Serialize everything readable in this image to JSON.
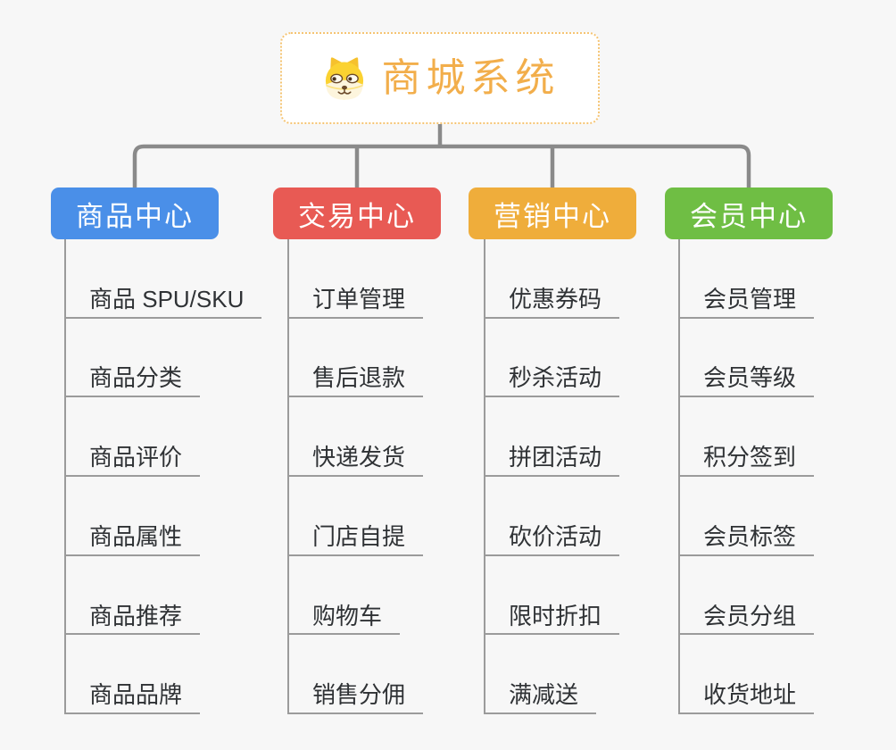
{
  "diagram": {
    "title": "商城系统 mind map",
    "background_color": "#f7f7f7",
    "connector_color": "#8a8a8a",
    "branch_line_color": "#9b9b9b",
    "item_text_color": "#2f3235"
  },
  "root": {
    "label": "商城系统",
    "icon": "dog-face-icon",
    "text_color": "#f2ae4b",
    "border_color": "#f5c473",
    "fill_color": "#ffffff"
  },
  "branches": [
    {
      "label": "商品中心",
      "color": "#4a8fe8",
      "items": [
        "商品 SPU/SKU",
        "商品分类",
        "商品评价",
        "商品属性",
        "商品推荐",
        "商品品牌"
      ]
    },
    {
      "label": "交易中心",
      "color": "#e85a54",
      "items": [
        "订单管理",
        "售后退款",
        "快递发货",
        "门店自提",
        "购物车",
        "销售分佣"
      ]
    },
    {
      "label": "营销中心",
      "color": "#efad3b",
      "items": [
        "优惠券码",
        "秒杀活动",
        "拼团活动",
        "砍价活动",
        "限时折扣",
        "满减送"
      ]
    },
    {
      "label": "会员中心",
      "color": "#6fbe44",
      "items": [
        "会员管理",
        "会员等级",
        "积分签到",
        "会员标签",
        "会员分组",
        "收货地址"
      ]
    }
  ]
}
